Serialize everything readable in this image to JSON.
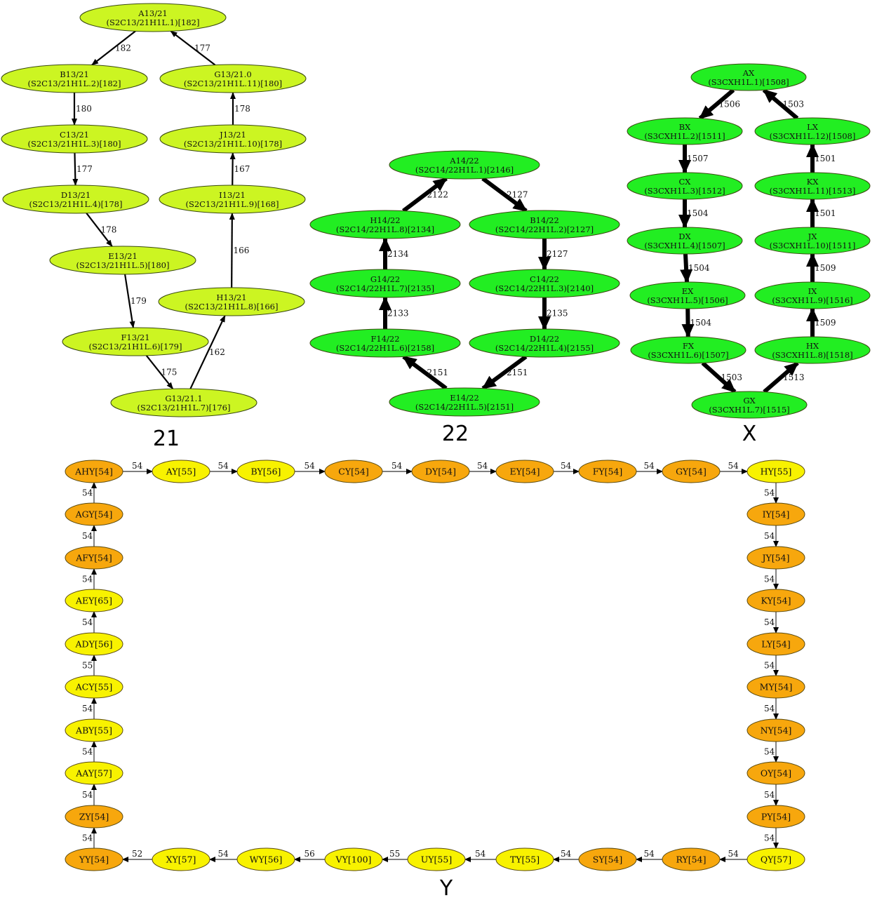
{
  "graphs": [
    {
      "title": "21",
      "fill": "#ccf522",
      "style": "thin",
      "nodes": [
        {
          "name": "A13/21",
          "sub": "(S2C13/21H1L.1)[182]"
        },
        {
          "name": "B13/21",
          "sub": "(S2C13/21H1L.2)[182]"
        },
        {
          "name": "C13/21",
          "sub": "(S2C13/21H1L.3)[180]"
        },
        {
          "name": "D13/21",
          "sub": "(S2C13/21H1L.4)[178]"
        },
        {
          "name": "E13/21",
          "sub": "(S2C13/21H1L.5)[180]"
        },
        {
          "name": "F13/21",
          "sub": "(S2C13/21H1L.6)[179]"
        },
        {
          "name": "G13/21.1",
          "sub": "(S2C13/21H1L.7)[176]"
        },
        {
          "name": "H13/21",
          "sub": "(S2C13/21H1L.8)[166]"
        },
        {
          "name": "I13/21",
          "sub": "(S2C13/21H1L.9)[168]"
        },
        {
          "name": "J13/21",
          "sub": "(S2C13/21H1L.10)[178]"
        },
        {
          "name": "G13/21.0",
          "sub": "(S2C13/21H1L.11)[180]"
        }
      ],
      "edges": [
        {
          "from": "A13/21",
          "to": "B13/21",
          "label": "182"
        },
        {
          "from": "B13/21",
          "to": "C13/21",
          "label": "180"
        },
        {
          "from": "C13/21",
          "to": "D13/21",
          "label": "177"
        },
        {
          "from": "D13/21",
          "to": "E13/21",
          "label": "178"
        },
        {
          "from": "E13/21",
          "to": "F13/21",
          "label": "179"
        },
        {
          "from": "F13/21",
          "to": "G13/21.1",
          "label": "175"
        },
        {
          "from": "G13/21.1",
          "to": "H13/21",
          "label": "162"
        },
        {
          "from": "H13/21",
          "to": "I13/21",
          "label": "166"
        },
        {
          "from": "I13/21",
          "to": "J13/21",
          "label": "167"
        },
        {
          "from": "J13/21",
          "to": "G13/21.0",
          "label": "178"
        },
        {
          "from": "G13/21.0",
          "to": "A13/21",
          "label": "177"
        }
      ]
    },
    {
      "title": "22",
      "fill": "#22ee22",
      "style": "thick",
      "nodes": [
        {
          "name": "A14/22",
          "sub": "(S2C14/22H1L.1)[2146]"
        },
        {
          "name": "B14/22",
          "sub": "(S2C14/22H1L.2)[2127]"
        },
        {
          "name": "C14/22",
          "sub": "(S2C14/22H1L.3)[2140]"
        },
        {
          "name": "D14/22",
          "sub": "(S2C14/22H1L.4)[2155]"
        },
        {
          "name": "E14/22",
          "sub": "(S2C14/22H1L.5)[2151]"
        },
        {
          "name": "F14/22",
          "sub": "(S2C14/22H1L.6)[2158]"
        },
        {
          "name": "G14/22",
          "sub": "(S2C14/22H1L.7)[2135]"
        },
        {
          "name": "H14/22",
          "sub": "(S2C14/22H1L.8)[2134]"
        }
      ],
      "edges": [
        {
          "from": "A14/22",
          "to": "B14/22",
          "label": "2127"
        },
        {
          "from": "B14/22",
          "to": "C14/22",
          "label": "2127"
        },
        {
          "from": "C14/22",
          "to": "D14/22",
          "label": "2135"
        },
        {
          "from": "D14/22",
          "to": "E14/22",
          "label": "2151"
        },
        {
          "from": "E14/22",
          "to": "F14/22",
          "label": "2151"
        },
        {
          "from": "F14/22",
          "to": "G14/22",
          "label": "2133"
        },
        {
          "from": "G14/22",
          "to": "H14/22",
          "label": "2134"
        },
        {
          "from": "H14/22",
          "to": "A14/22",
          "label": "2122"
        }
      ]
    },
    {
      "title": "X",
      "fill": "#22ee22",
      "style": "thick",
      "nodes": [
        {
          "name": "AX",
          "sub": "(S3CXH1L.1)[1508]"
        },
        {
          "name": "BX",
          "sub": "(S3CXH1L.2)[1511]"
        },
        {
          "name": "CX",
          "sub": "(S3CXH1L.3)[1512]"
        },
        {
          "name": "DX",
          "sub": "(S3CXH1L.4)[1507]"
        },
        {
          "name": "EX",
          "sub": "(S3CXH1L.5)[1506]"
        },
        {
          "name": "FX",
          "sub": "(S3CXH1L.6)[1507]"
        },
        {
          "name": "GX",
          "sub": "(S3CXH1L.7)[1515]"
        },
        {
          "name": "HX",
          "sub": "(S3CXH1L.8)[1518]"
        },
        {
          "name": "IX",
          "sub": "(S3CXH1L.9)[1516]"
        },
        {
          "name": "JX",
          "sub": "(S3CXH1L.10)[1511]"
        },
        {
          "name": "KX",
          "sub": "(S3CXH1L.11)[1513]"
        },
        {
          "name": "LX",
          "sub": "(S3CXH1L.12)[1508]"
        }
      ],
      "edges": [
        {
          "from": "AX",
          "to": "BX",
          "label": "1506"
        },
        {
          "from": "BX",
          "to": "CX",
          "label": "1507"
        },
        {
          "from": "CX",
          "to": "DX",
          "label": "1504"
        },
        {
          "from": "DX",
          "to": "EX",
          "label": "1504"
        },
        {
          "from": "EX",
          "to": "FX",
          "label": "1504"
        },
        {
          "from": "FX",
          "to": "GX",
          "label": "1503"
        },
        {
          "from": "GX",
          "to": "HX",
          "label": "1513"
        },
        {
          "from": "HX",
          "to": "IX",
          "label": "1509"
        },
        {
          "from": "IX",
          "to": "JX",
          "label": "1509"
        },
        {
          "from": "JX",
          "to": "KX",
          "label": "1501"
        },
        {
          "from": "KX",
          "to": "LX",
          "label": "1501"
        },
        {
          "from": "LX",
          "to": "AX",
          "label": "1503"
        }
      ]
    },
    {
      "title": "Y",
      "style": "ring",
      "colors": {
        "orange": "#f7a70d",
        "yellow": "#f8f200"
      },
      "nodes": [
        {
          "name": "AHY[54]",
          "color": "orange"
        },
        {
          "name": "AY[55]",
          "color": "yellow"
        },
        {
          "name": "BY[56]",
          "color": "yellow"
        },
        {
          "name": "CY[54]",
          "color": "orange"
        },
        {
          "name": "DY[54]",
          "color": "orange"
        },
        {
          "name": "EY[54]",
          "color": "orange"
        },
        {
          "name": "FY[54]",
          "color": "orange"
        },
        {
          "name": "GY[54]",
          "color": "orange"
        },
        {
          "name": "HY[55]",
          "color": "yellow"
        },
        {
          "name": "IY[54]",
          "color": "orange"
        },
        {
          "name": "JY[54]",
          "color": "orange"
        },
        {
          "name": "KY[54]",
          "color": "orange"
        },
        {
          "name": "LY[54]",
          "color": "orange"
        },
        {
          "name": "MY[54]",
          "color": "orange"
        },
        {
          "name": "NY[54]",
          "color": "orange"
        },
        {
          "name": "OY[54]",
          "color": "orange"
        },
        {
          "name": "PY[54]",
          "color": "orange"
        },
        {
          "name": "QY[57]",
          "color": "yellow"
        },
        {
          "name": "RY[54]",
          "color": "orange"
        },
        {
          "name": "SY[54]",
          "color": "orange"
        },
        {
          "name": "TY[55]",
          "color": "yellow"
        },
        {
          "name": "UY[55]",
          "color": "yellow"
        },
        {
          "name": "VY[100]",
          "color": "yellow"
        },
        {
          "name": "WY[56]",
          "color": "yellow"
        },
        {
          "name": "XY[57]",
          "color": "yellow"
        },
        {
          "name": "YY[54]",
          "color": "orange"
        },
        {
          "name": "ZY[54]",
          "color": "orange"
        },
        {
          "name": "AAY[57]",
          "color": "yellow"
        },
        {
          "name": "ABY[55]",
          "color": "yellow"
        },
        {
          "name": "ACY[55]",
          "color": "yellow"
        },
        {
          "name": "ADY[56]",
          "color": "yellow"
        },
        {
          "name": "AEY[65]",
          "color": "yellow"
        },
        {
          "name": "AFY[54]",
          "color": "orange"
        },
        {
          "name": "AGY[54]",
          "color": "orange"
        }
      ],
      "edge_labels": [
        "54",
        "54",
        "54",
        "54",
        "54",
        "54",
        "54",
        "54",
        "54",
        "54",
        "54",
        "54",
        "54",
        "54",
        "54",
        "54",
        "54",
        "54",
        "54",
        "54",
        "54",
        "55",
        "56",
        "54",
        "52",
        "54",
        "54",
        "54",
        "54",
        "55",
        "54",
        "54",
        "54",
        "54"
      ]
    }
  ]
}
